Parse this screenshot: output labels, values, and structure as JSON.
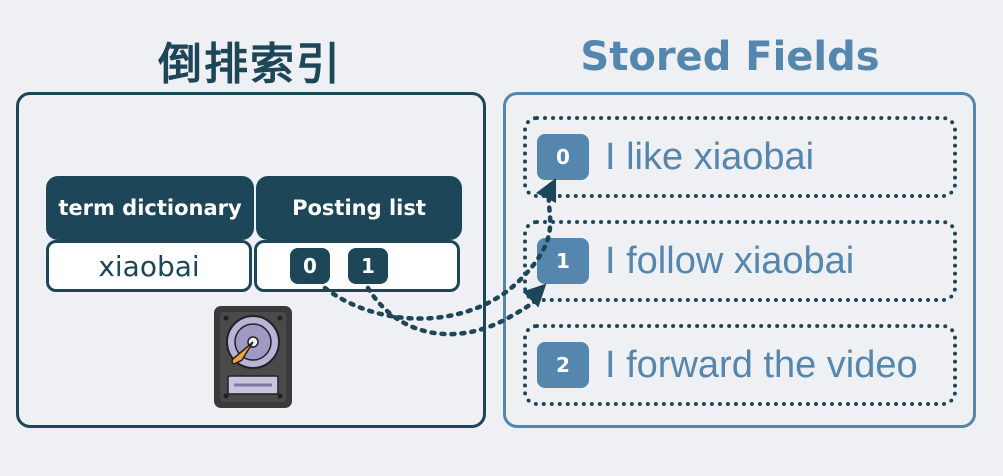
{
  "left_title": "倒排索引",
  "right_title": "Stored Fields",
  "inverted_index": {
    "headers": {
      "term": "term dictionary",
      "posting": "Posting list"
    },
    "term": "xiaobai",
    "postings": [
      "0",
      "1"
    ]
  },
  "stored_fields": [
    {
      "id": "0",
      "text": "I like xiaobai"
    },
    {
      "id": "1",
      "text": "I follow xiaobai"
    },
    {
      "id": "2",
      "text": "I forward the video"
    }
  ],
  "colors": {
    "dark_teal": "#1d4658",
    "steel_blue": "#5586ad",
    "background": "#eef0f3"
  },
  "icons": {
    "storage": "hard-disk-icon"
  }
}
